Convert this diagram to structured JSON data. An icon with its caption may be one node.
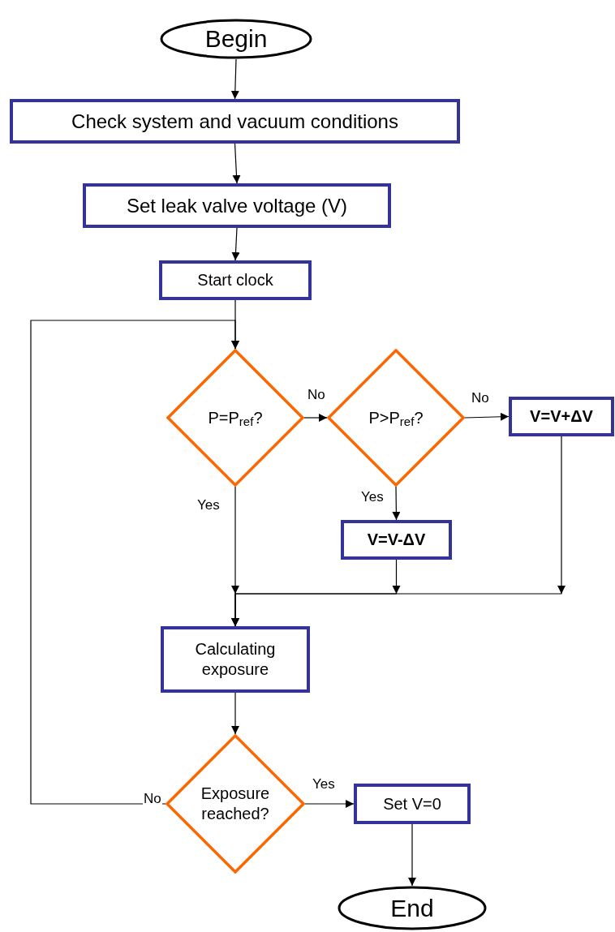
{
  "diagram": {
    "nodes": [
      {
        "text": [
          "Begin"
        ]
      },
      {
        "text": [
          "Check system and vacuum conditions"
        ]
      },
      {
        "text": [
          "Set leak valve voltage (V)"
        ]
      },
      {
        "text": [
          "Start clock"
        ]
      },
      {
        "text": [
          "P=P$_{ref}$?"
        ]
      },
      {
        "text": [
          "P>P$_{ref}$?"
        ]
      },
      {
        "text": [
          "V=V+ΔV"
        ]
      },
      {
        "text": [
          "V=V-ΔV"
        ]
      },
      {
        "text": [
          "Calculating exposure"
        ]
      },
      {
        "text": [
          "Exposure reached?"
        ]
      },
      {
        "text": [
          "Set V=0"
        ]
      },
      {
        "text": [
          "End"
        ]
      }
    ],
    "edges": [
      {
        "from": 0,
        "to": 1,
        "arrow": "to"
      },
      {
        "from": 1,
        "to": 2,
        "arrow": "to"
      },
      {
        "from": 2,
        "to": 3,
        "arrow": "to"
      },
      {
        "from": 3,
        "to": 4,
        "arrow": "to"
      },
      {
        "from": 4,
        "to": 5,
        "arrow": "to",
        "label": "No"
      },
      {
        "from": 5,
        "to": 6,
        "arrow": "to",
        "label": "No"
      },
      {
        "from": 5,
        "to": 7,
        "arrow": "to",
        "label": "Yes"
      },
      {
        "from": 4,
        "to": 8,
        "arrow": "to",
        "label": "Yes"
      },
      {
        "from": 7,
        "to": 8,
        "arrow": "to"
      },
      {
        "from": 6,
        "to": 8,
        "arrow": "to"
      },
      {
        "from": 8,
        "to": 9,
        "arrow": "to"
      },
      {
        "from": 9,
        "to": 10,
        "arrow": "to",
        "label": "Yes"
      },
      {
        "from": 9,
        "to": 4,
        "arrow": "to",
        "label": "No"
      },
      {
        "from": 10,
        "to": 11,
        "arrow": "to"
      }
    ]
  }
}
